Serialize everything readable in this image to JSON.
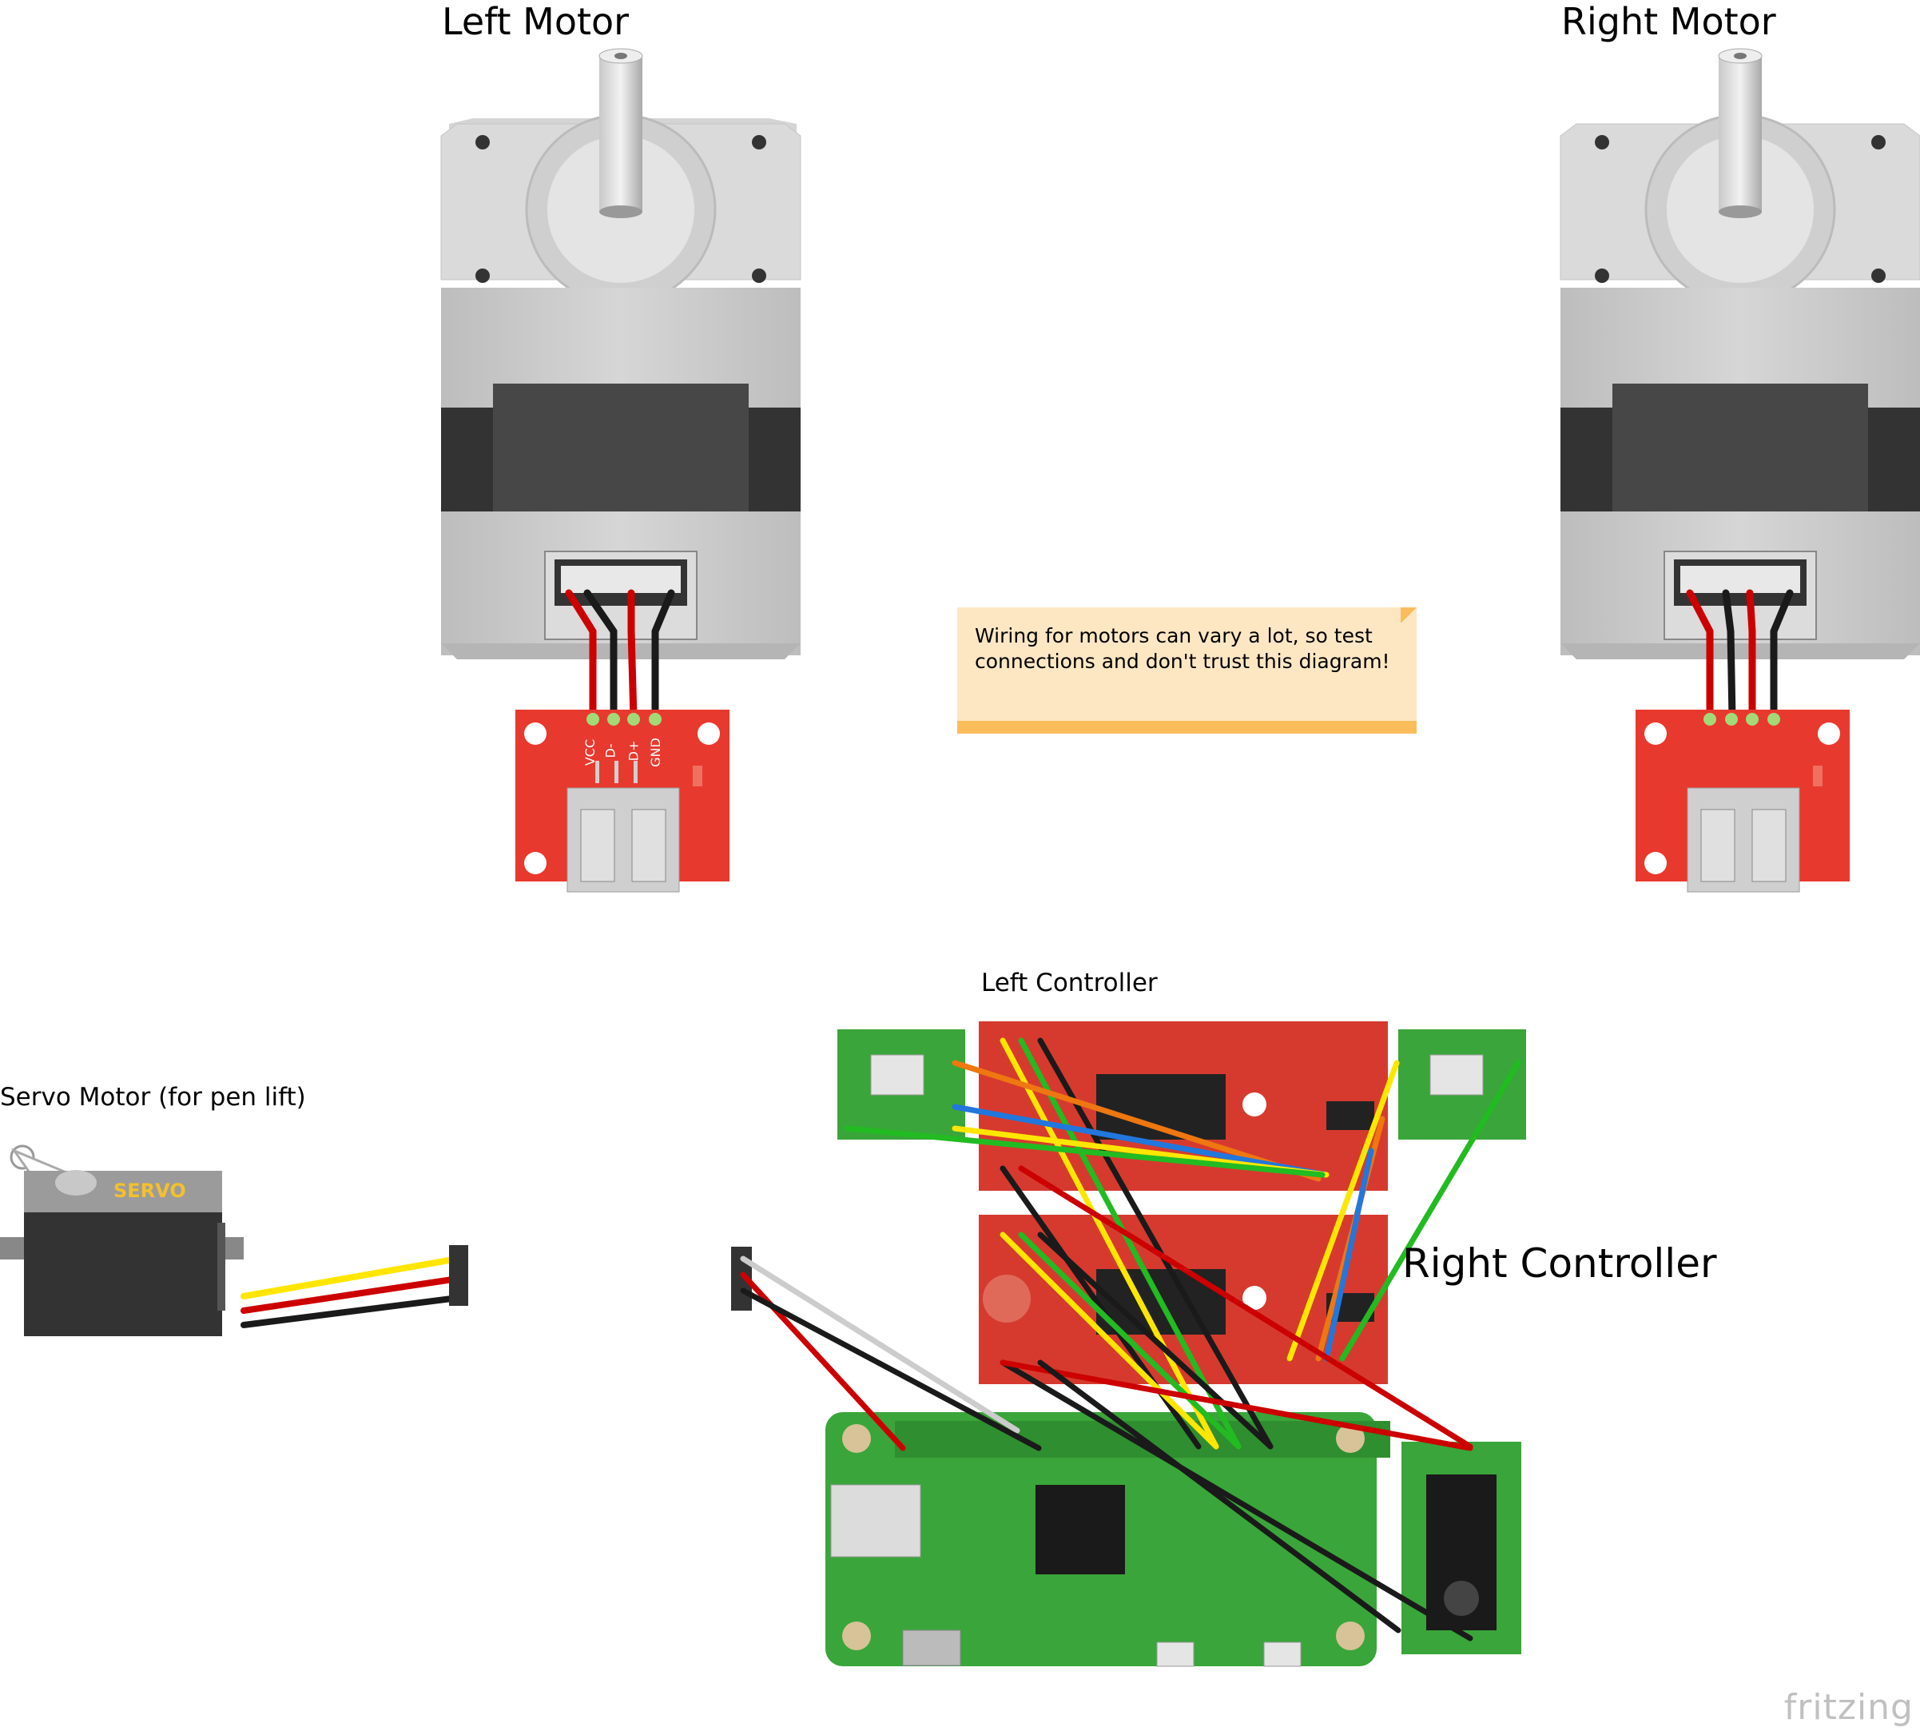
{
  "labels": {
    "left_motor": "Left Motor",
    "right_motor": "Right Motor",
    "servo": "Servo Motor (for pen lift)",
    "left_controller": "Left Controller",
    "right_controller": "Right Controller"
  },
  "note": {
    "text": "Wiring for motors can vary a lot, so test\nconnections and don't trust this diagram!"
  },
  "breakout_pins": [
    "VCC",
    "D-",
    "D+",
    "GND"
  ],
  "servo_label": "SERVO",
  "brand": "fritzing",
  "colors": {
    "board_red": "#e8392e",
    "board_green": "#3aa53a",
    "wire_red": "#cc0000",
    "wire_black": "#1a1a1a",
    "wire_yellow": "#ffe600",
    "wire_green": "#22bb22",
    "wire_blue": "#2277dd",
    "wire_orange": "#ee7711",
    "note_bg": "#fde7c3",
    "note_bar": "#fbbd5c"
  }
}
